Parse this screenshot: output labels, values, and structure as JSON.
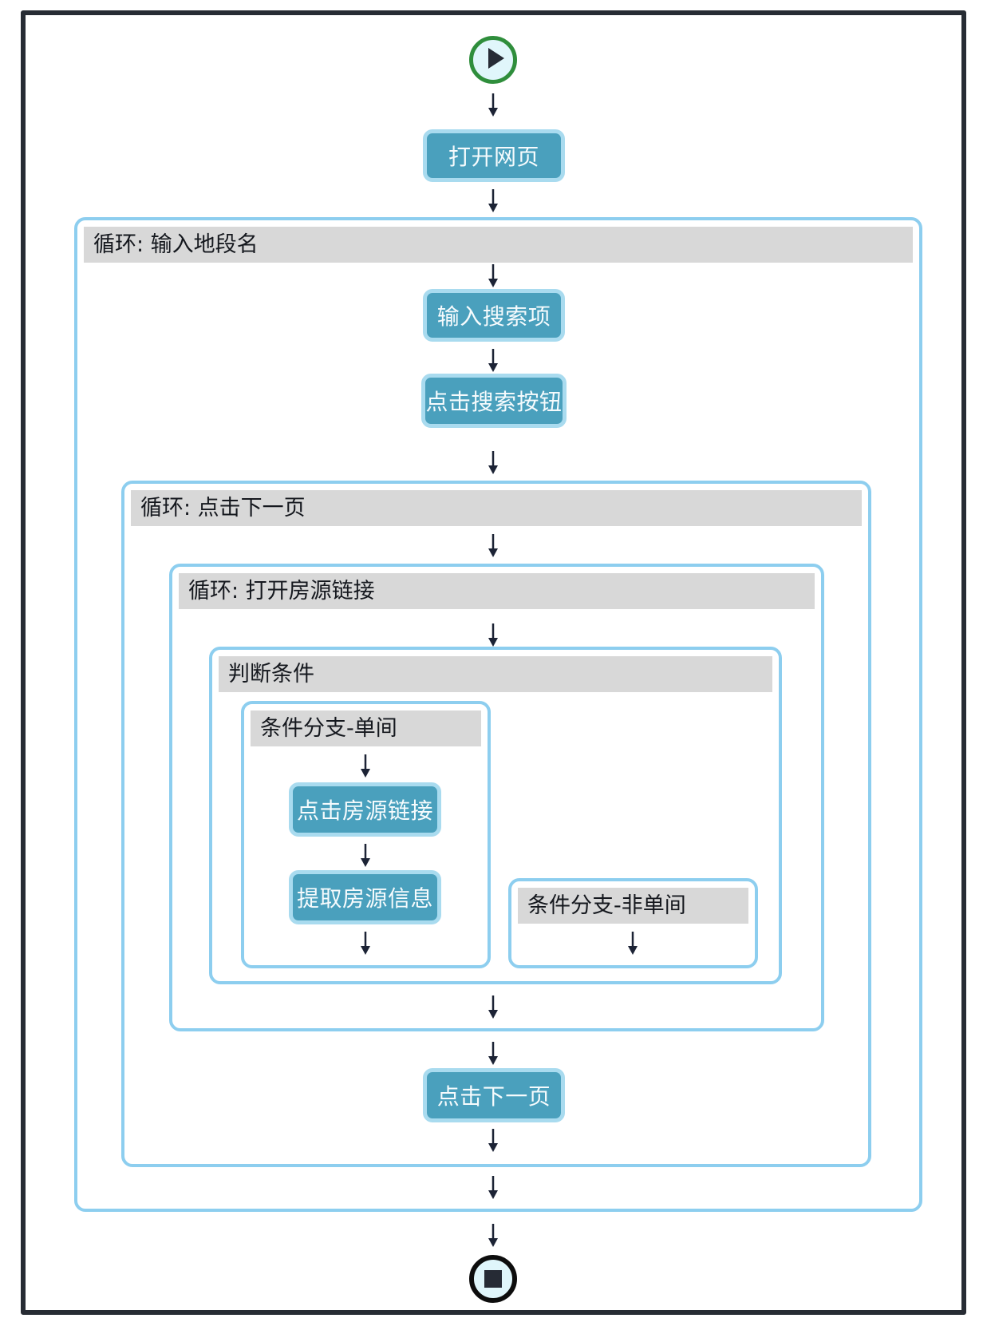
{
  "colors": {
    "node_fill": "#4aa0bd",
    "node_border": "#a9dbef",
    "container_border": "#8dceef",
    "header_bg": "#d8d8d8",
    "text_dark": "#15181e",
    "node_text": "#f6fbfd",
    "arrow": "#1c2335",
    "start_ring": "#2f8e3c",
    "terminal_fill": "#e0f6fb",
    "terminal_glyph": "#262b35",
    "end_ring": "#0d0d0d",
    "frame_border": "#272c34",
    "canvas_bg": "#ffffff"
  },
  "flow": {
    "open_webpage": {
      "label": "打开网页"
    },
    "loop_district": {
      "title": "循环: 输入地段名"
    },
    "enter_search_term": {
      "label": "输入搜索项"
    },
    "click_search_button": {
      "label": "点击搜索按钮"
    },
    "loop_next_page": {
      "title": "循环: 点击下一页"
    },
    "loop_open_listing": {
      "title": "循环: 打开房源链接"
    },
    "condition": {
      "title": "判断条件"
    },
    "branch_single": {
      "title": "条件分支-单间"
    },
    "click_listing_link": {
      "label": "点击房源链接"
    },
    "extract_listing_info": {
      "label": "提取房源信息"
    },
    "branch_not_single": {
      "title": "条件分支-非单间"
    },
    "click_next_page": {
      "label": "点击下一页"
    }
  }
}
